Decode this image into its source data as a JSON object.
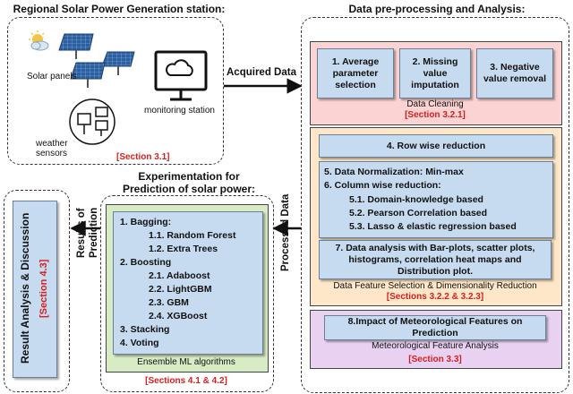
{
  "station": {
    "title": "Regional Solar Power Generation station:",
    "solar_label": "Solar panels",
    "monitoring_label": "monitoring station",
    "weather_label": "weather sensors",
    "ref": "[Section 3.1]"
  },
  "arrow_acquired": "Acquired Data",
  "preprocessing": {
    "title": "Data pre-processing and Analysis:",
    "cleaning": {
      "steps": [
        "1. Average parameter selection",
        "2. Missing value imputation",
        "3. Negative value removal"
      ],
      "caption": "Data Cleaning",
      "ref": "[Section 3.2.1]"
    },
    "feature": {
      "row_reduction": "4. Row wise reduction",
      "norm_line": "5. Data Normalization: Min-max",
      "col_line": "6. Column wise reduction:",
      "sub": [
        "5.1. Domain-knowledge based",
        "5.2. Pearson Correlation based",
        "5.3. Lasso & elastic regression based"
      ],
      "analysis": "7.  Data analysis with Bar-plots, scatter plots, histograms, correlation heat maps and Distribution plot.",
      "caption": "Data Feature Selection & Dimensionality Reduction",
      "ref": "[Sections 3.2.2  &  3.2.3]"
    },
    "meteo": {
      "impact": "8.Impact of Meteorological Features on Prediction",
      "caption": "Meteorological Feature Analysis",
      "ref": "[Section 3.3]"
    }
  },
  "arrow_processed": "Processed Data",
  "experiment": {
    "title_line1": "Experimentation for",
    "title_line2": "Prediction of solar power:",
    "lines": [
      "1. Bagging:",
      "1.1. Random Forest",
      "1.2. Extra Trees",
      "2. Boosting",
      "2.1. Adaboost",
      "2.2. LightGBM",
      "2.3. GBM",
      "2.4. XGBoost",
      "3. Stacking",
      "4. Voting"
    ],
    "caption": "Ensemble ML algorithms",
    "ref": "[Sections 4.1 & 4.2]"
  },
  "arrow_results": "Results of Prediction",
  "result": {
    "label": "Result  Analysis & Discussion",
    "ref": "[Section 4.3]"
  },
  "colors": {
    "note_fill": "#c6dbf0",
    "cleaning_bg": "#fbd3d3",
    "feature_bg": "#fde7c8",
    "meteo_bg": "#e9d1f2",
    "ensemble_bg": "#d7ecc4",
    "reference_red": "#d62020"
  }
}
